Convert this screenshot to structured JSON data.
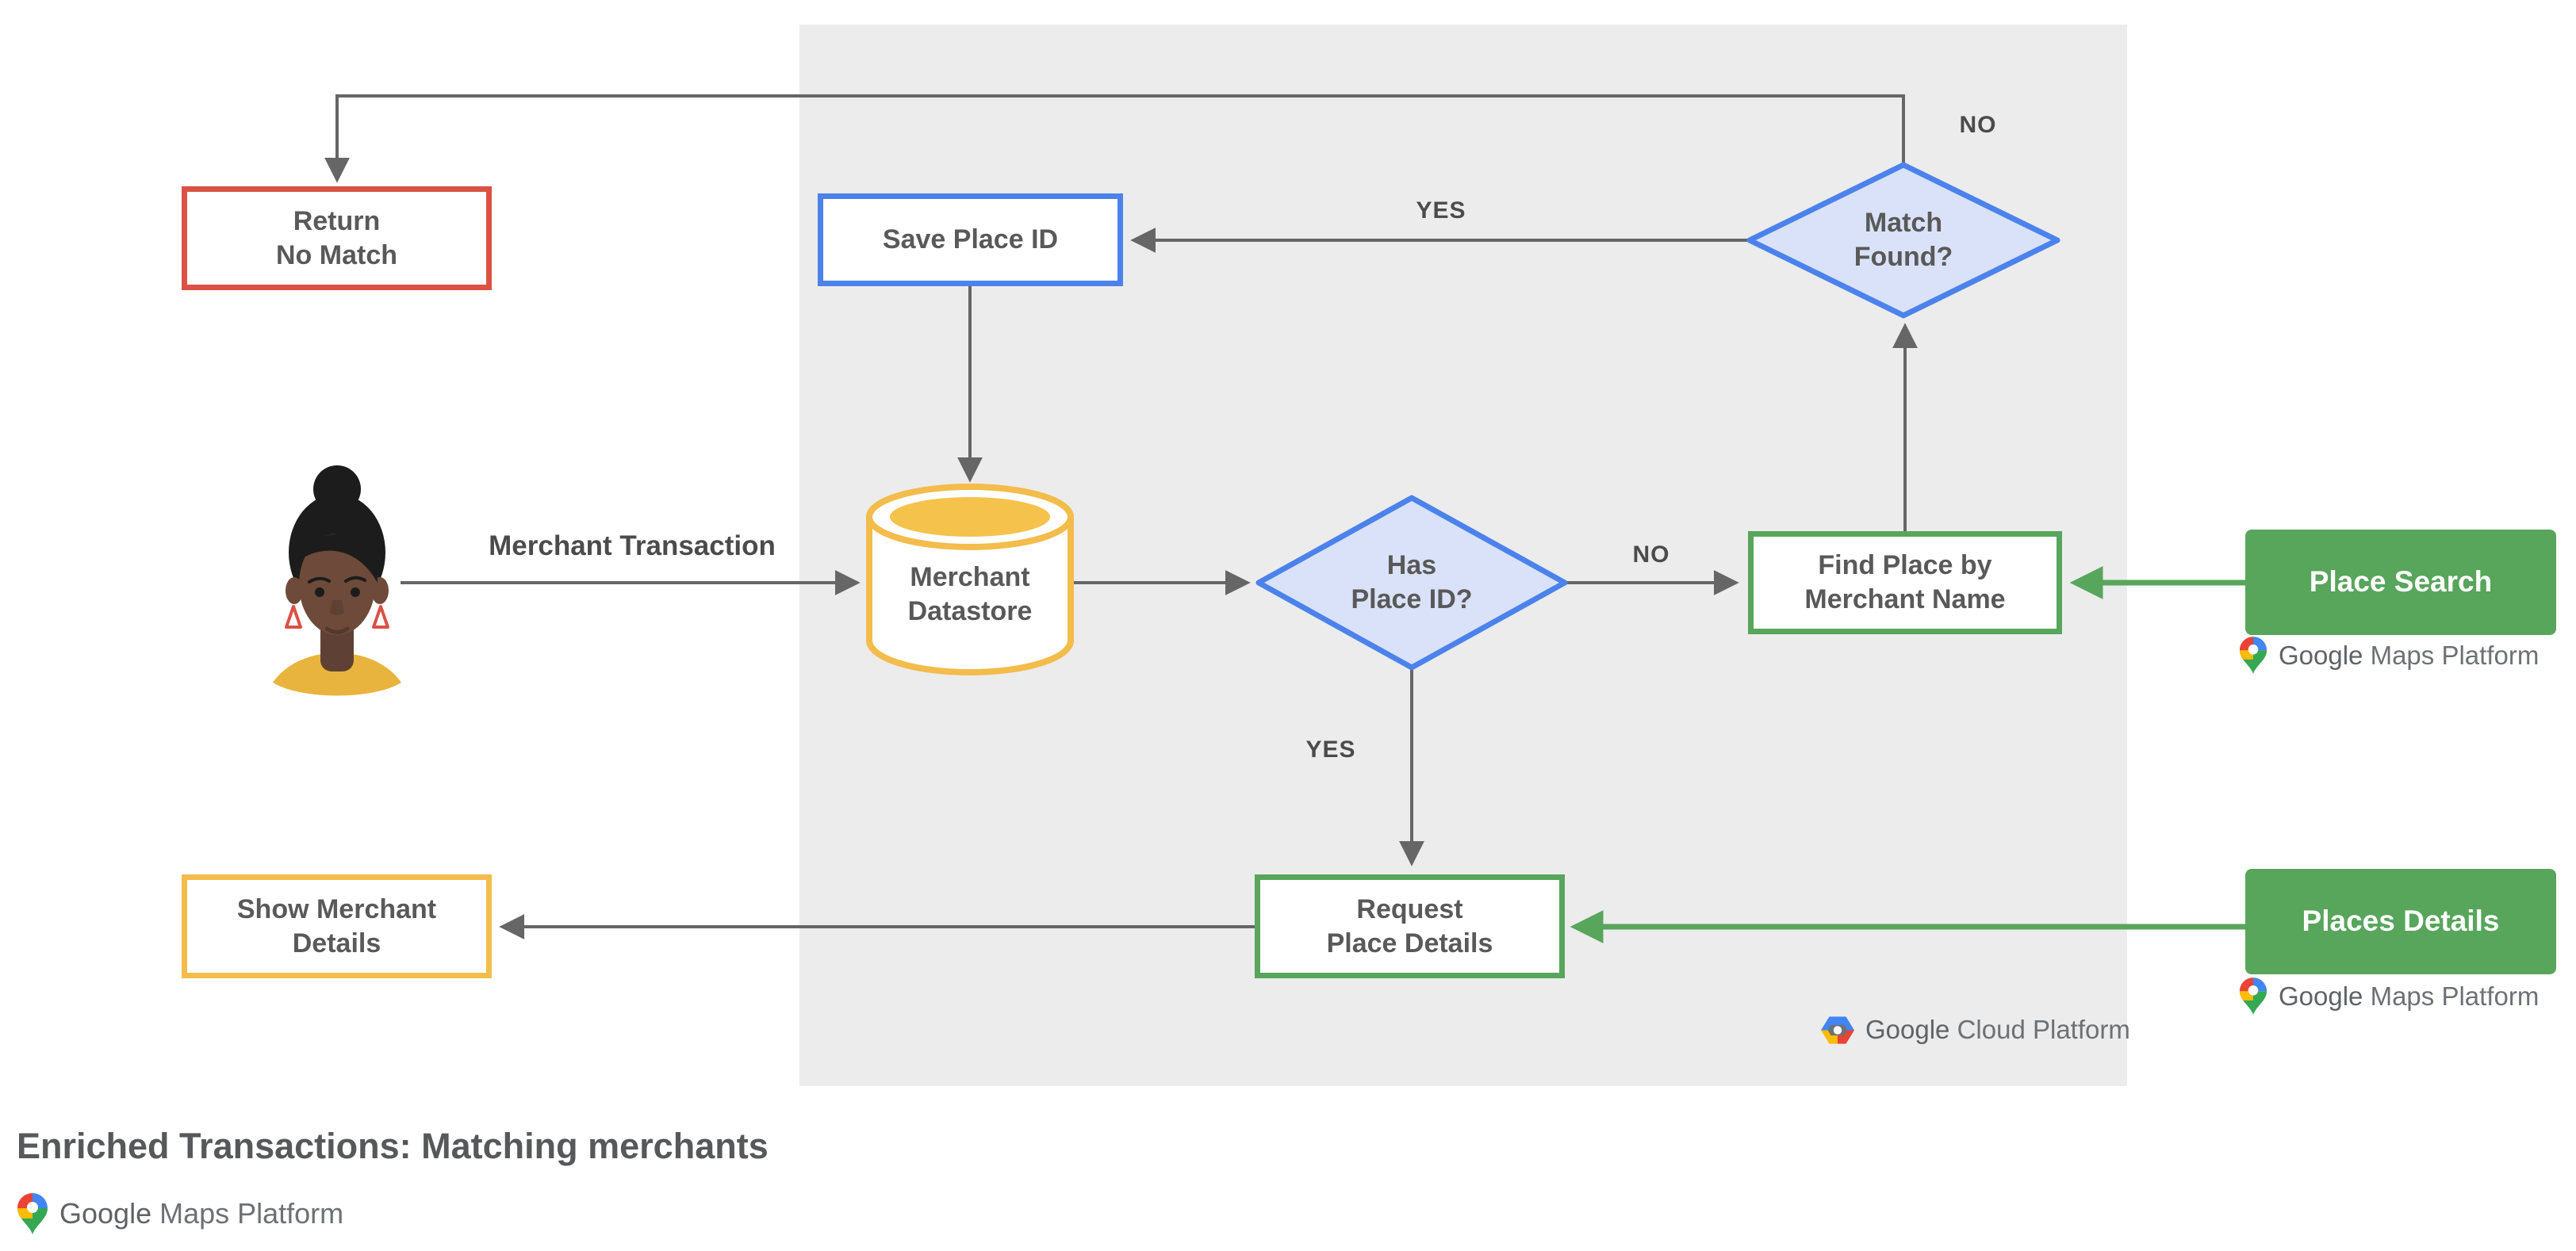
{
  "title": "Enriched Transactions: Matching merchants",
  "theme": {
    "bg": "#FFFFFF",
    "panel": "#ECECEC",
    "line": "#666666",
    "red": "#DB5245",
    "blue": "#4C82EC",
    "blue_fill": "#D9E2F8",
    "yellow": "#F3BC4B",
    "yellow_fill": "#F5C24C",
    "green": "#58A55C",
    "text": "#595959",
    "edge_text": "#4B4B4B",
    "logo_text": "#6D7175",
    "google_gray": "#5F6368",
    "title_text": "#57585A"
  },
  "nodes": {
    "return_no_match": {
      "label": "Return\nNo Match"
    },
    "save_place_id": {
      "label": "Save Place ID"
    },
    "match_found": {
      "label": "Match\nFound?"
    },
    "merchant_datastore": {
      "label": "Merchant\nDatastore"
    },
    "has_place_id": {
      "label": "Has\nPlace ID?"
    },
    "find_place_by_merchant_name": {
      "label": "Find Place by\nMerchant Name"
    },
    "place_search": {
      "label": "Place Search"
    },
    "request_place_details": {
      "label": "Request\nPlace Details"
    },
    "places_details": {
      "label": "Places Details"
    },
    "show_merchant_details": {
      "label": "Show Merchant\nDetails"
    }
  },
  "edge_labels": {
    "match_found_no": "NO",
    "match_found_yes": "YES",
    "has_place_id_no": "NO",
    "has_place_id_yes": "YES",
    "merchant_transaction": "Merchant Transaction"
  },
  "branding": {
    "maps_platform": {
      "google": "Google",
      "rest": " Maps Platform"
    },
    "cloud_platform": {
      "google": "Google",
      "rest": " Cloud Platform"
    }
  }
}
